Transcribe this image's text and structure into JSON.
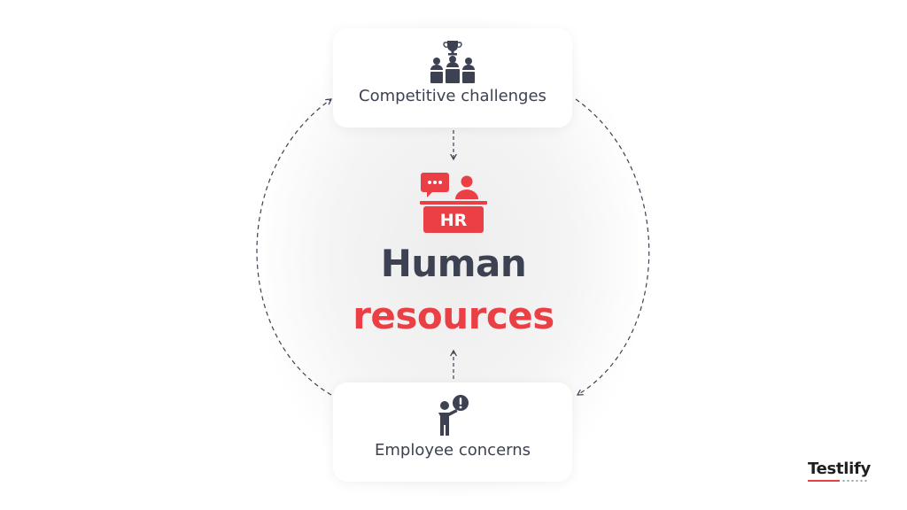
{
  "nodes": {
    "top": {
      "label": "Competitive challenges",
      "icon": "podium-trophy-icon"
    },
    "center": {
      "line1": "Human",
      "line2": "resources",
      "icon": "hr-desk-icon",
      "badge": "HR"
    },
    "bottom": {
      "label": "Employee concerns",
      "icon": "person-alert-icon"
    }
  },
  "brand": {
    "name": "Testlify"
  },
  "colors": {
    "dark": "#3d4253",
    "accent": "#ea3f45",
    "line": "#3d4253",
    "card": "#ffffff"
  }
}
